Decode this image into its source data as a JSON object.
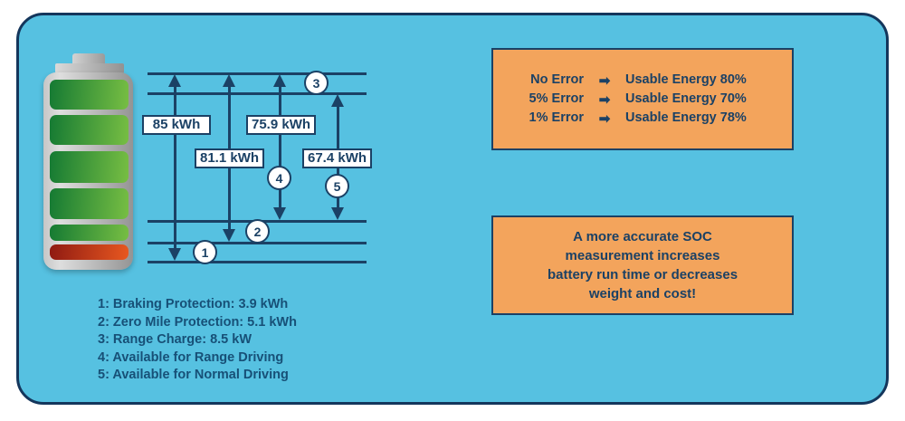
{
  "colors": {
    "panel_fill": "#56C1E1",
    "panel_border": "#14365C",
    "navy_text": "#1B4165",
    "callout_orange": "#F3A45C",
    "battery_green_dark": "#157A33",
    "battery_green_light": "#77BE43",
    "battery_red_dark": "#8F1A12",
    "battery_red_light": "#E85820"
  },
  "energy_labels": [
    {
      "text": "85 kWh"
    },
    {
      "text": "81.1 kWh"
    },
    {
      "text": "75.9 kWh"
    },
    {
      "text": "67.4 kWh"
    }
  ],
  "markers": [
    {
      "n": "1"
    },
    {
      "n": "2"
    },
    {
      "n": "3"
    },
    {
      "n": "4"
    },
    {
      "n": "5"
    }
  ],
  "legend": {
    "items": [
      "1: Braking Protection: 3.9 kWh",
      "2: Zero Mile Protection: 5.1 kWh",
      "3: Range Charge: 8.5 kW",
      "4: Available for Range Driving",
      "5: Available for Normal Driving"
    ]
  },
  "error_box": {
    "rows": [
      {
        "condition": "No Error",
        "arrow": "➡",
        "result": "Usable Energy 80%"
      },
      {
        "condition": "5% Error",
        "arrow": "➡",
        "result": "Usable Energy 70%"
      },
      {
        "condition": "1% Error",
        "arrow": "➡",
        "result": "Usable Energy 78%"
      }
    ]
  },
  "note_box": {
    "lines": [
      "A more accurate SOC",
      "measurement increases",
      "battery run time or decreases",
      "weight and cost!"
    ]
  }
}
